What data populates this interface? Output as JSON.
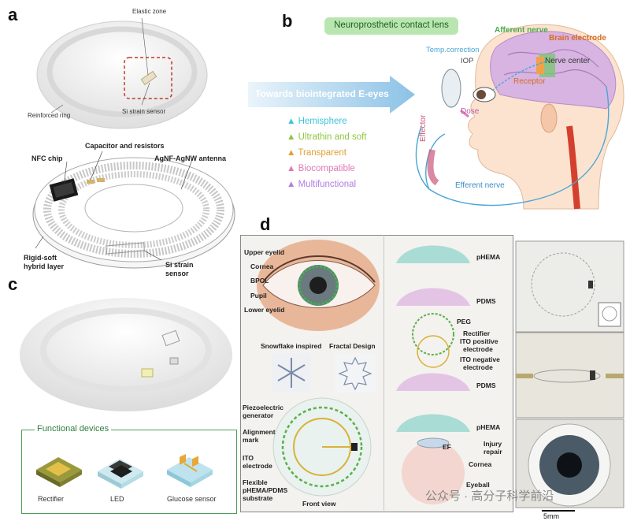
{
  "panels": {
    "a": "a",
    "b": "b",
    "c": "c",
    "d": "d"
  },
  "panel_a": {
    "elastic_zone": "Elastic zone",
    "reinforced_ring": "Reinforced ring",
    "si_strain_sensor_top": "Si strain sensor",
    "nfc_chip": "NFC chip",
    "capacitor_resistors": "Capacitor and resistors",
    "antenna": "AgNF-AgNW antenna",
    "rigid_soft_1": "Rigid-soft",
    "rigid_soft_2": "hybrid layer",
    "si_strain_1": "Si strain",
    "si_strain_2": "sensor"
  },
  "panel_b": {
    "title": "Neuroprosthetic contact lens",
    "arrow_text": "Towards biointegrated E-eyes",
    "features": [
      {
        "label": "Hemisphere",
        "color": "#3fc3d8"
      },
      {
        "label": "Ultrathin and soft",
        "color": "#8ec63f"
      },
      {
        "label": "Transparent",
        "color": "#e0a030"
      },
      {
        "label": "Biocompatible",
        "color": "#e07ab8"
      },
      {
        "label": "Multifunctional",
        "color": "#b07ee0"
      }
    ],
    "afferent_nerve": "Afferent nerve",
    "brain_electrode": "Brain electrode",
    "temp_correction": "Temp.correction",
    "iop": "IOP",
    "nerve_center": "Nerve center",
    "receptor": "Receptor",
    "dose": "Dose",
    "effector": "Effector",
    "efferent_nerve": "Efferent nerve"
  },
  "panel_c": {
    "functional_devices": "Functional devices",
    "devices": [
      "Rectifier",
      "LED",
      "Glucose sensor"
    ]
  },
  "panel_d": {
    "upper_eyelid": "Upper eyelid",
    "cornea": "Cornea",
    "bpcl": "BPCL",
    "pupil": "Pupil",
    "lower_eyelid": "Lower eyelid",
    "snowflake": "Snowflake inspired",
    "fractal": "Fractal Design",
    "piezo_1": "Piezoelectric",
    "piezo_2": "generator",
    "align_1": "Alignment",
    "align_2": "mark",
    "ito_1": "ITO",
    "ito_2": "electrode",
    "flex_1": "Flexible",
    "flex_2": "pHEMA/PDMS",
    "flex_3": "substrate",
    "front_view": "Front view",
    "layers": {
      "phema_top": "pHEMA",
      "pdms_top": "PDMS",
      "peg": "PEG",
      "rectifier": "Rectifier",
      "ito_pos_1": "ITO positive",
      "ito_pos_2": "electrode",
      "ito_neg_1": "ITO negative",
      "ito_neg_2": "electrode",
      "pdms_bottom": "PDMS",
      "phema_bottom": "pHEMA"
    },
    "ef": "EF",
    "injury_1": "Injury",
    "injury_2": "repair",
    "cornea_r": "Cornea",
    "eyeball": "Eyeball",
    "scale_bar": "5mm",
    "watermark": "公众号 · 高分子科学前沿"
  }
}
